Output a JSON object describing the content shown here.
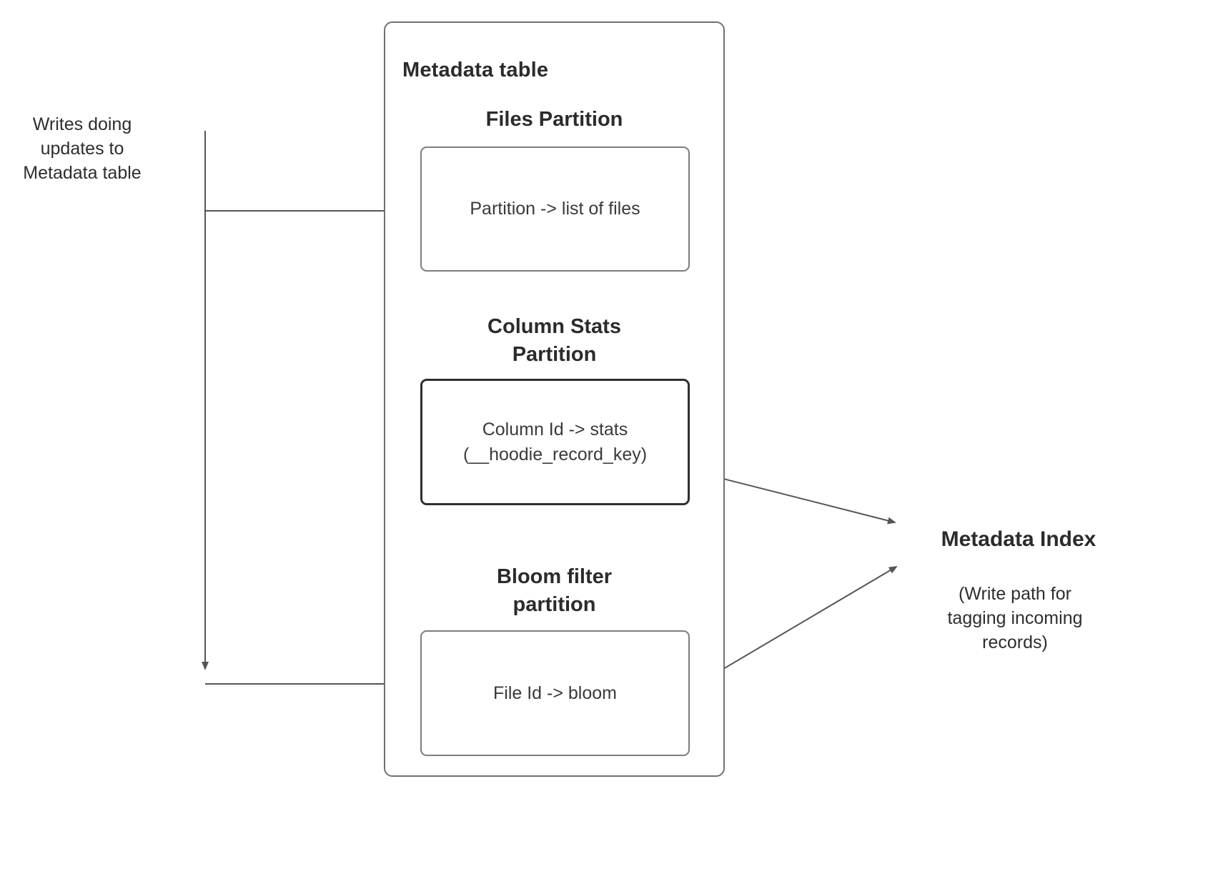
{
  "diagram": {
    "left_note": "Writes doing\nupdates to\nMetadata table",
    "metadata_table": {
      "title": "Metadata table",
      "partitions": [
        {
          "heading": "Files Partition",
          "content": "Partition -> list of files"
        },
        {
          "heading": "Column Stats\nPartition",
          "content": "Column Id  -> stats\n(__hoodie_record_key)"
        },
        {
          "heading": "Bloom filter\npartition",
          "content": "File Id -> bloom"
        }
      ]
    },
    "metadata_index": {
      "title": "Metadata Index",
      "subtitle": "(Write path for\ntagging incoming\nrecords)"
    },
    "colors": {
      "line": "#555555",
      "box_border": "#7d7d7d",
      "strong_border": "#2f2f2f",
      "text": "#2e2e2e"
    }
  }
}
